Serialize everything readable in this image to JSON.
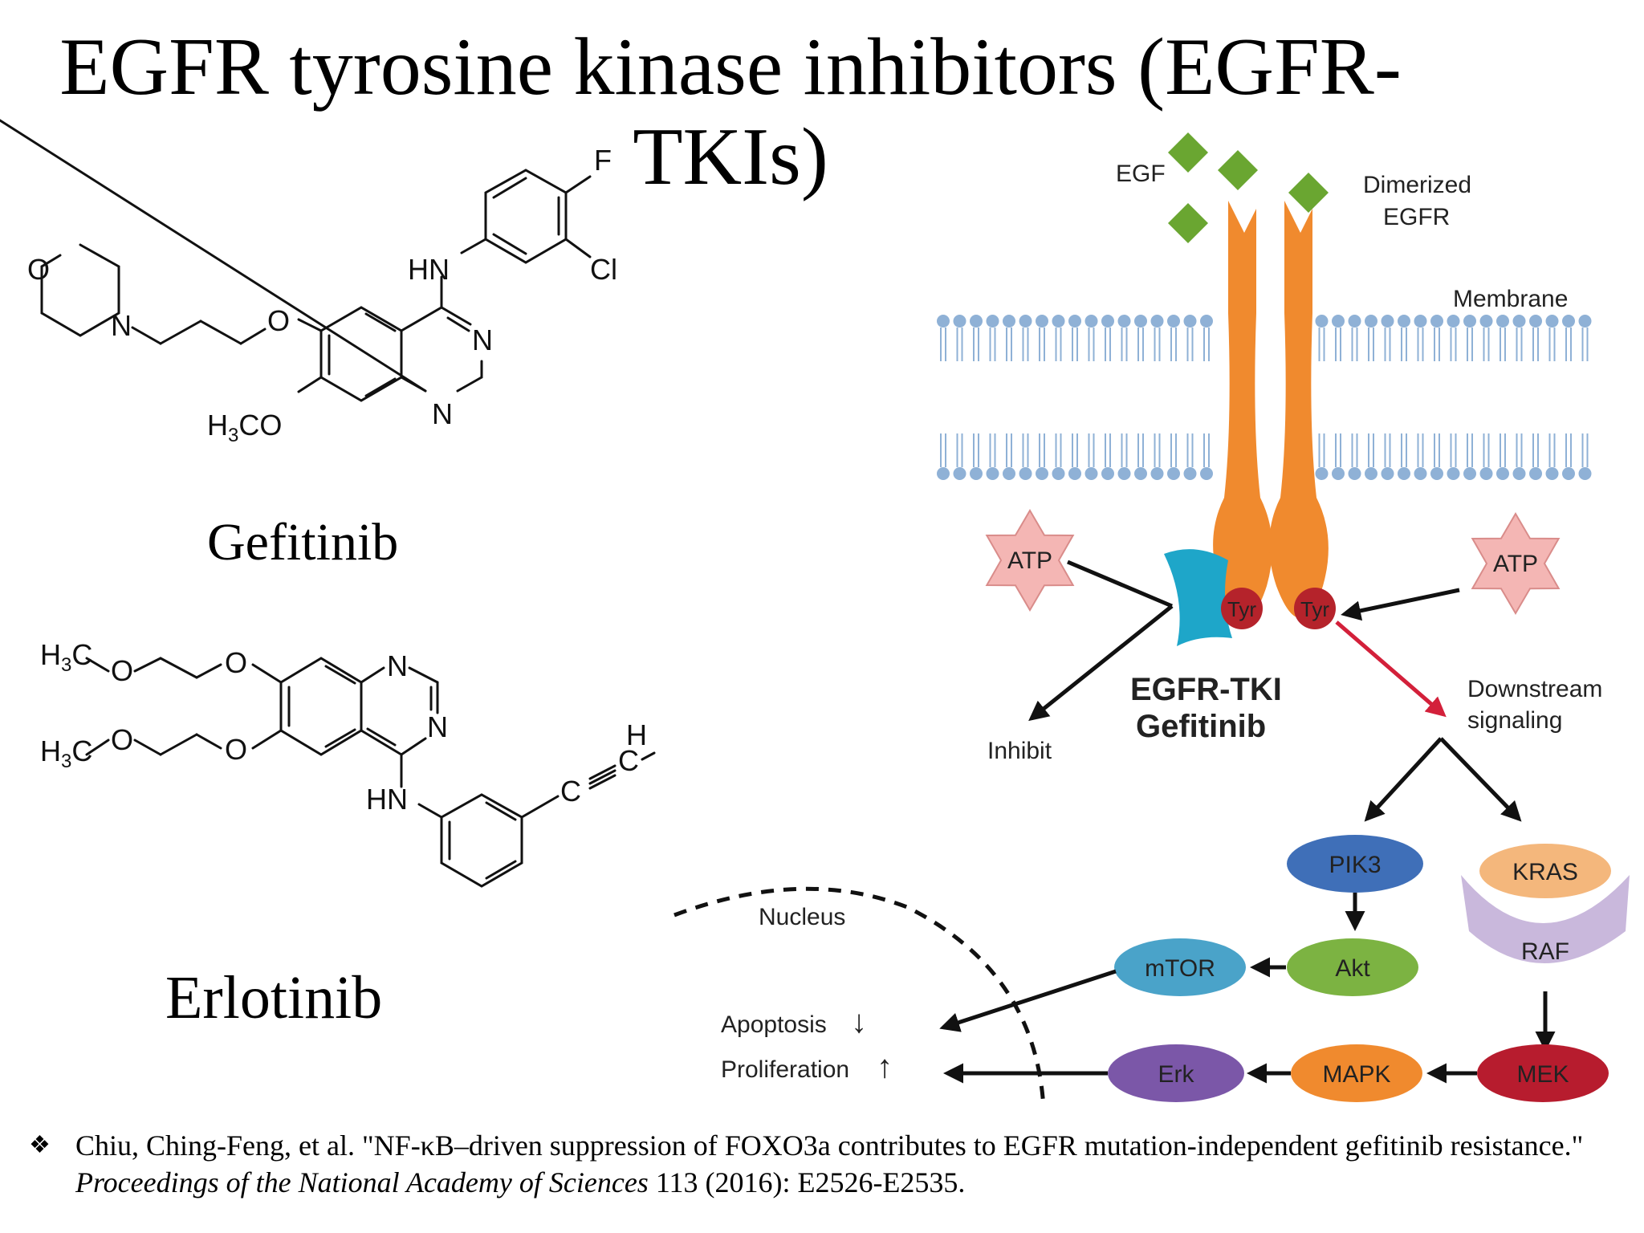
{
  "title": "EGFR tyrosine kinase inhibitors (EGFR-TKIs)",
  "gefitinib": {
    "name": "Gefitinib",
    "atoms": {
      "F": "F",
      "Cl": "Cl",
      "HN": "HN",
      "O1": "O",
      "N1": "N",
      "O2": "O",
      "N2": "N",
      "N3": "N",
      "H3CO": "H3CO"
    }
  },
  "erlotinib": {
    "name": "Erlotinib",
    "atoms": {
      "H3C_a": "H3C",
      "H3C_b": "H3C",
      "O": "O",
      "N": "N",
      "HN": "HN",
      "C": "C",
      "H": "H"
    }
  },
  "pathway": {
    "egf": "EGF",
    "dimerized_egfr": "Dimerized\nEGFR",
    "membrane": "Membrane",
    "atp_left": "ATP",
    "atp_right": "ATP",
    "tyr_left": "Tyr",
    "tyr_right": "Tyr",
    "inhibit": "Inhibit",
    "egfr_tki": "EGFR-TKI",
    "gefitinib": "Gefitinib",
    "downstream": "Downstream\nsignaling",
    "pik3": "PIK3",
    "kras": "KRAS",
    "raf": "RAF",
    "mtor": "mTOR",
    "akt": "Akt",
    "mek": "MEK",
    "mapk": "MAPK",
    "erk": "Erk",
    "nucleus": "Nucleus",
    "apoptosis": "Apoptosis",
    "apoptosis_arrow": "↓",
    "proliferation": "Proliferation",
    "proliferation_arrow": "↑",
    "colors": {
      "receptor": "#f08a2e",
      "egf": "#6aa631",
      "membrane": "#8fb1d6",
      "atp": "#f4b6b4",
      "tyr": "#b5232b",
      "tki_block": "#1ea6c9",
      "pik3": "#3f6fb8",
      "kras": "#f4b77c",
      "raf": "#c9b8dc",
      "mtor": "#4aa3c9",
      "akt": "#7cb342",
      "mek": "#b71c2e",
      "mapk": "#f08a2e",
      "erk": "#7b57a8",
      "red_text": "#d3203a",
      "orange_text": "#e8401c"
    }
  },
  "citation": {
    "bullet": "❖",
    "text_pre": "Chiu, Ching-Feng, et al. \"NF-κB–driven suppression of FOXO3a contributes to EGFR mutation-independent gefitinib resistance.\" ",
    "journal": "Proceedings of the National Academy of Sciences",
    "text_post": " 113 (2016): E2526-E2535."
  }
}
